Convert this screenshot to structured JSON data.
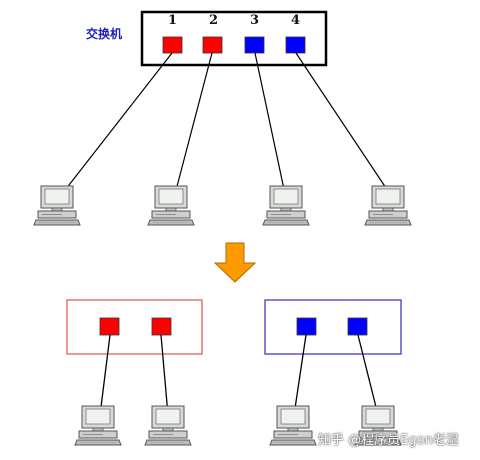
{
  "switch": {
    "label": "交换机",
    "ports": [
      {
        "number": "1",
        "color": "#ff0000"
      },
      {
        "number": "2",
        "color": "#ff0000"
      },
      {
        "number": "3",
        "color": "#0000ff"
      },
      {
        "number": "4",
        "color": "#0000ff"
      }
    ]
  },
  "arrow": {
    "color": "#ff9900"
  },
  "vlan_groups": [
    {
      "border_color": "#e05050",
      "port_color": "#ff0000"
    },
    {
      "border_color": "#3030c0",
      "port_color": "#0000ff"
    }
  ],
  "watermark": "知乎 @程序员Egon老湿",
  "icons": {
    "computer": "desktop-computer-icon"
  }
}
